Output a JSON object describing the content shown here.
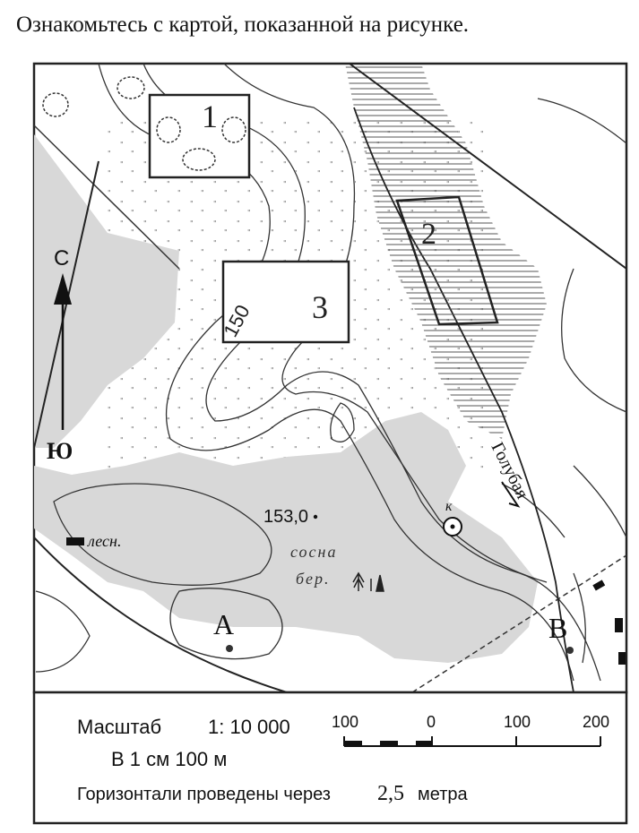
{
  "instruction": "Ознакомьтесь с картой, показанной на рисунке.",
  "map": {
    "areas": [
      {
        "label": "1"
      },
      {
        "label": "2"
      },
      {
        "label": "3"
      }
    ],
    "north_label": "С",
    "south_label": "Ю",
    "contour_label": "150",
    "spot_height": "153,0",
    "river_name": "Голубая",
    "well_label": "к",
    "forester_label": "лесн.",
    "forest_type_1": "сосна",
    "forest_type_2": "бер.",
    "point_a": "А",
    "point_b": "В"
  },
  "legend": {
    "scale_label": "Масштаб",
    "scale_value": "1: 10 000",
    "scale_note": "В 1 см 100 м",
    "scale_ticks": [
      "100",
      "0",
      "100",
      "200"
    ],
    "contour_note": "Горизонтали проведены через",
    "contour_value": "2,5",
    "contour_unit": "метра"
  },
  "colors": {
    "forest_fill": "#d8d8d8",
    "line": "#333333"
  }
}
